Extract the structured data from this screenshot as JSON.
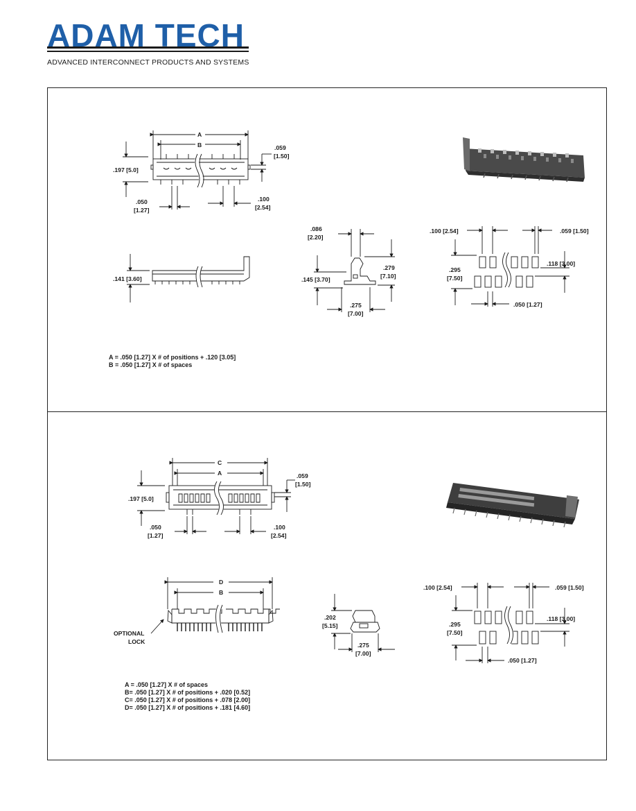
{
  "header": {
    "brand": "ADAM TECH",
    "tagline": "ADVANCED INTERCONNECT PRODUCTS AND SYSTEMS",
    "brand_color": "#1f5fa8"
  },
  "section1": {
    "top_view": {
      "dim_A": "A",
      "dim_B": "B",
      "height_in": ".197 [5.0]",
      "side_in": ".059",
      "side_mm": "[1.50]",
      "pitch_in": ".050",
      "pitch_mm": "[1.27]",
      "row_in": ".100",
      "row_mm": "[2.54]"
    },
    "side_view": {
      "height": ".141 [3.60]"
    },
    "end_view": {
      "top_in": ".086",
      "top_mm": "[2.20]",
      "left": ".145 [3.70]",
      "right_in": ".279",
      "right_mm": "[7.10]",
      "bottom_in": ".275",
      "bottom_mm": "[7.00]"
    },
    "pcb_layout": {
      "left": ".100 [2.54]",
      "right": ".059 [1.50]",
      "height_in": ".295",
      "height_mm": "[7.50]",
      "pad": ".118 [3.00]",
      "pitch": ".050 [1.27]"
    },
    "formulas": [
      "A = .050 [1.27] X # of positions + .120 [3.05]",
      "B = .050 [1.27] X # of spaces"
    ]
  },
  "section2": {
    "top_view": {
      "dim_C": "C",
      "dim_A": "A",
      "height_in": ".197 [5.0]",
      "side_in": ".059",
      "side_mm": "[1.50]",
      "pitch_in": ".050",
      "pitch_mm": "[1.27]",
      "row_in": ".100",
      "row_mm": "[2.54]"
    },
    "side_view": {
      "dim_D": "D",
      "dim_B": "B",
      "lock_line1": "OPTIONAL",
      "lock_line2": "LOCK"
    },
    "end_view": {
      "left_in": ".202",
      "left_mm": "[5.15]",
      "bottom_in": ".275",
      "bottom_mm": "[7.00]"
    },
    "pcb_layout": {
      "left": ".100 [2.54]",
      "right": ".059 [1.50]",
      "height_in": ".295",
      "height_mm": "[7.50]",
      "pad": ".118 [3.00]",
      "pitch": ".050 [1.27]"
    },
    "formulas": [
      "A = .050 [1.27] X # of spaces",
      "B= .050 [1.27] X # of positions + .020 [0.52]",
      "C= .050 [1.27] X # of positions + .078 [2.00]",
      "D= .050 [1.27] X # of positions + .181 [4.60]"
    ]
  }
}
